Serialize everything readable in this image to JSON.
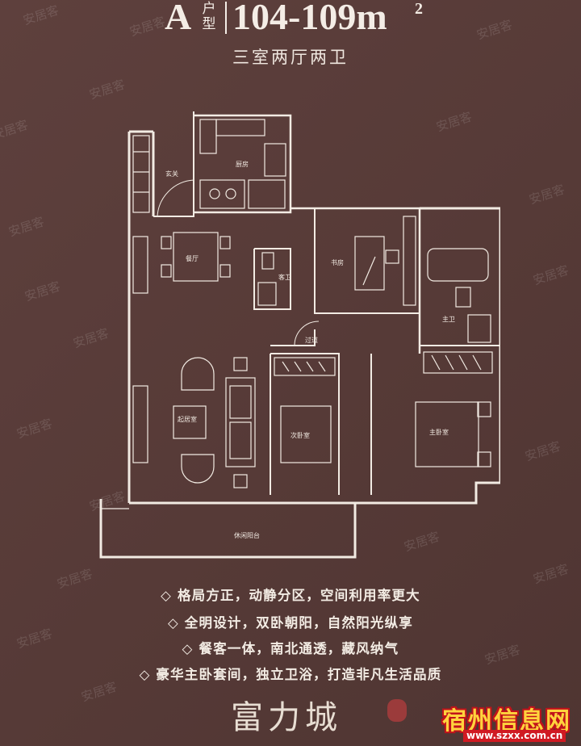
{
  "header": {
    "type_letter": "A",
    "type_label": "户型",
    "area": "104-109m",
    "area_sup": "2",
    "room_summary": "三室两厅两卫"
  },
  "rooms": {
    "entrance": "玄关",
    "kitchen": "厨房",
    "dining": "餐厅",
    "guest_bath": "客卫",
    "study": "书房",
    "master_bath": "主卫",
    "corridor": "过道",
    "living": "起居室",
    "second_bedroom": "次卧室",
    "master_bedroom": "主卧室",
    "balcony": "休闲阳台"
  },
  "features": [
    "◇ 格局方正，动静分区，空间利用率更大",
    "◇ 全明设计，双卧朝阳，自然阳光纵享",
    "◇ 餐客一体，南北通透，藏风纳气",
    "◇ 豪华主卧套间，独立卫浴，打造非凡生活品质"
  ],
  "brand": "富力城",
  "watermark": "安居客",
  "site_logo": "宿州信息网",
  "site_url": "www.szxx.com.cn",
  "colors": {
    "background": "#5a3d3a",
    "line": "#f2ebe3",
    "logo_yellow": "#ffd33d",
    "logo_red": "#c0121b"
  }
}
